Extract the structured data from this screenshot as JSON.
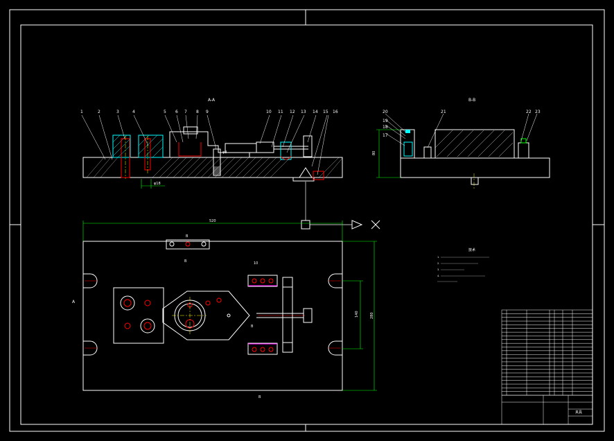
{
  "views": {
    "section_aa_label": "A-A",
    "section_bb_label": "B-B",
    "view_left_label": "A",
    "view_b_label": "B"
  },
  "part_numbers_aa": [
    "1",
    "2",
    "3",
    "4",
    "5",
    "6",
    "7",
    "8",
    "9",
    "10",
    "11",
    "12",
    "13",
    "14",
    "15",
    "16"
  ],
  "part_numbers_bb": [
    "20",
    "19",
    "18",
    "17",
    "21",
    "22",
    "23"
  ],
  "dimensions": {
    "overall_length": "520",
    "overall_width": "280",
    "bore": "φ8",
    "width_marker": "10"
  },
  "title_block": {
    "drawing_name": "夹具"
  },
  "colors": {
    "outline": "#ffffff",
    "dimension": "#00ff00",
    "hidden": "#ff0000",
    "center": "#ffff00",
    "accent": "#ff00ff",
    "cyan": "#00ffff"
  }
}
